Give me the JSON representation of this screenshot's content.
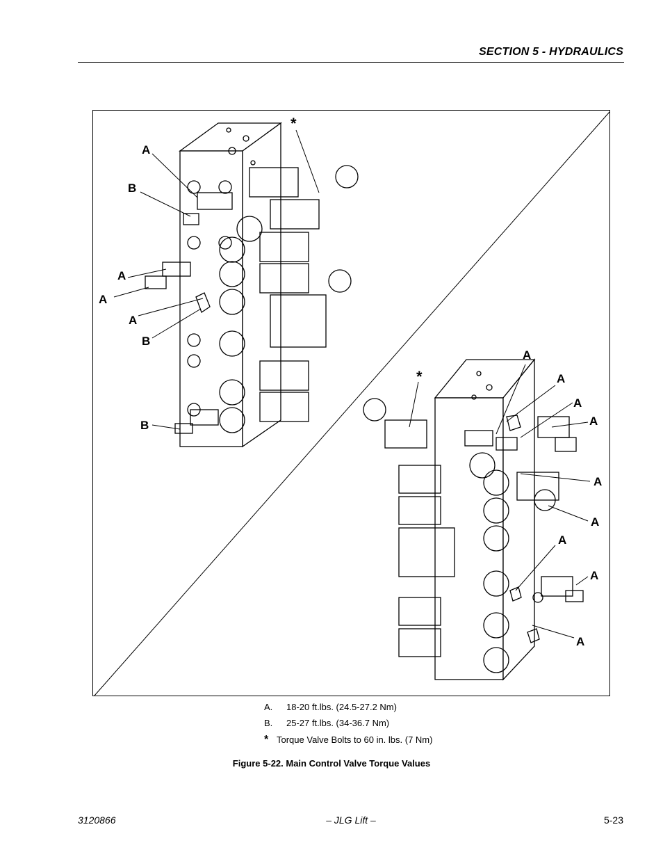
{
  "header": {
    "section_title": "SECTION 5 - HYDRAULICS"
  },
  "figure": {
    "callouts": {
      "left": [
        "A",
        "B",
        "A",
        "A",
        "A",
        "B",
        "B",
        "*"
      ],
      "right": [
        "A",
        "*",
        "A",
        "A",
        "A",
        "A",
        "A",
        "A",
        "A",
        "A"
      ]
    },
    "legend": [
      {
        "key": "A.",
        "text": "18-20 ft.lbs. (24.5-27.2 Nm)"
      },
      {
        "key": "B.",
        "text": "25-27 ft.lbs. (34-36.7 Nm)"
      },
      {
        "key": "*",
        "text": "Torque Valve Bolts to 60 in. lbs. (7 Nm)"
      }
    ],
    "caption": "Figure 5-22.  Main Control Valve Torque Values"
  },
  "footer": {
    "doc_number": "3120866",
    "publisher": "– JLG Lift –",
    "page_number": "5-23"
  }
}
